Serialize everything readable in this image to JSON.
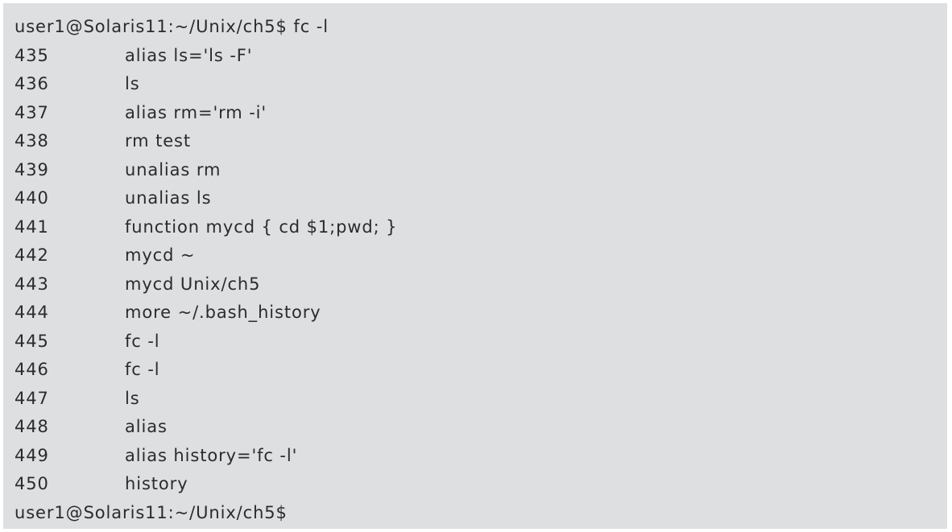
{
  "terminal": {
    "prompt": "user1@Solaris11:~/Unix/ch5$",
    "command": "fc -l",
    "history": [
      {
        "num": "435",
        "cmd": "alias ls='ls -F'"
      },
      {
        "num": "436",
        "cmd": "ls"
      },
      {
        "num": "437",
        "cmd": "alias rm='rm -i'"
      },
      {
        "num": "438",
        "cmd": "rm test"
      },
      {
        "num": "439",
        "cmd": "unalias rm"
      },
      {
        "num": "440",
        "cmd": "unalias ls"
      },
      {
        "num": "441",
        "cmd": "function mycd { cd $1;pwd; }"
      },
      {
        "num": "442",
        "cmd": "mycd ~"
      },
      {
        "num": "443",
        "cmd": "mycd Unix/ch5"
      },
      {
        "num": "444",
        "cmd": "more ~/.bash_history"
      },
      {
        "num": "445",
        "cmd": "fc -l"
      },
      {
        "num": "446",
        "cmd": "fc -l"
      },
      {
        "num": "447",
        "cmd": "ls"
      },
      {
        "num": "448",
        "cmd": "alias"
      },
      {
        "num": "449",
        "cmd": "alias history='fc -l'"
      },
      {
        "num": "450",
        "cmd": "history"
      }
    ],
    "final_prompt": "user1@Solaris11:~/Unix/ch5$"
  }
}
